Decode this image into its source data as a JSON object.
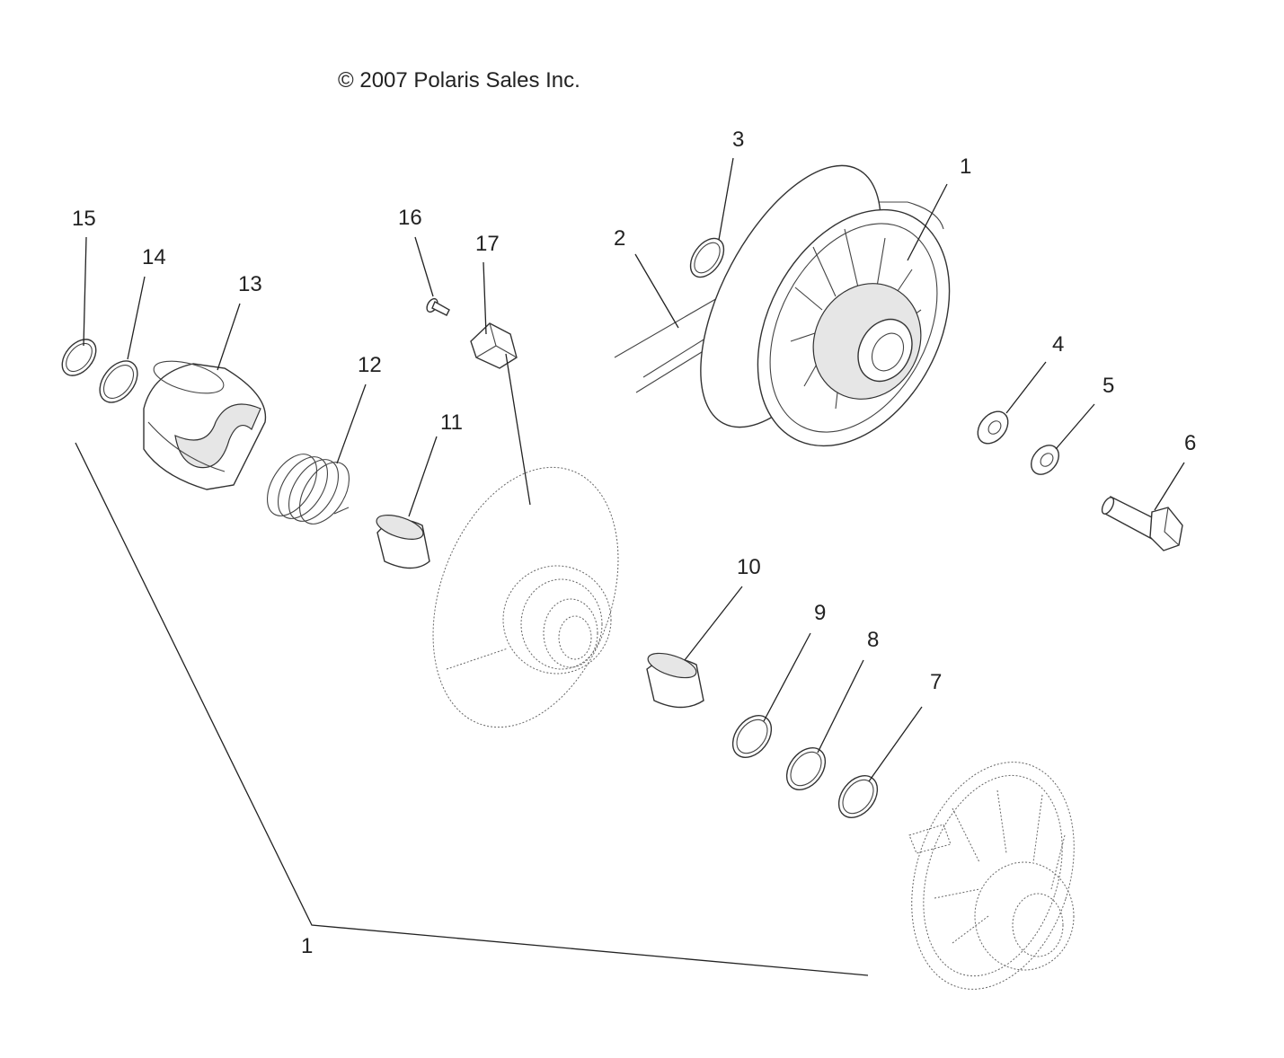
{
  "copyright": "© 2007 Polaris Sales Inc.",
  "callouts": {
    "c1_top": "1",
    "c2": "2",
    "c3": "3",
    "c4": "4",
    "c5": "5",
    "c6": "6",
    "c7": "7",
    "c8": "8",
    "c9": "9",
    "c10": "10",
    "c11": "11",
    "c12": "12",
    "c13": "13",
    "c14": "14",
    "c15": "15",
    "c16": "16",
    "c17": "17",
    "c1_bottom": "1"
  }
}
